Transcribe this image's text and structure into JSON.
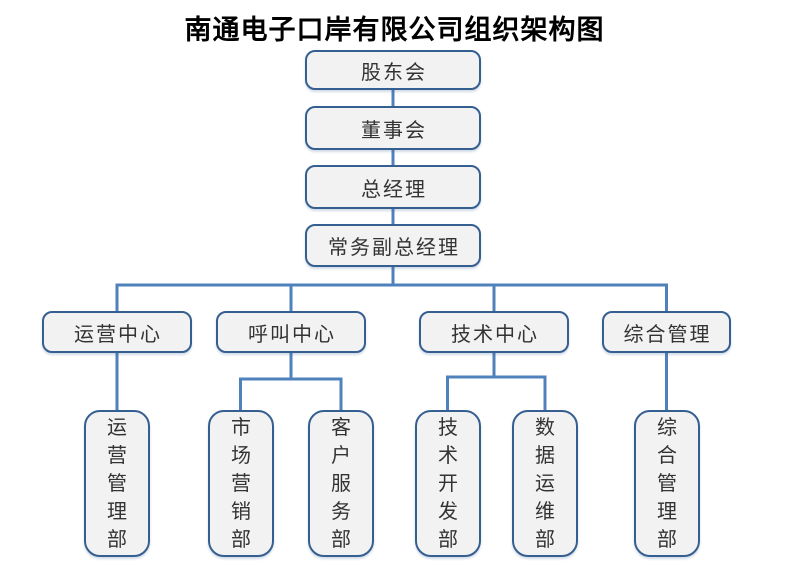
{
  "title": "南通电子口岸有限公司组织架构图",
  "colors": {
    "box_border": "#365f91",
    "box_fill": "#f2f2f2",
    "connector_line": "#4f81bd",
    "box_text": "#333333",
    "title_text": "#000000"
  },
  "nodes": {
    "shareholders": {
      "label": "股东会"
    },
    "board": {
      "label": "董事会"
    },
    "general_manager": {
      "label": "总经理"
    },
    "deputy_general_manager": {
      "label": "常务副总经理"
    },
    "operations_center": {
      "label": "运营中心"
    },
    "call_center": {
      "label": "呼叫中心"
    },
    "technology_center": {
      "label": "技术中心"
    },
    "general_management": {
      "label": "综合管理"
    },
    "operations_management_dept": {
      "label": "运营管理部"
    },
    "marketing_dept": {
      "label": "市场营销部"
    },
    "customer_service_dept": {
      "label": "客户服务部"
    },
    "technology_development_dept": {
      "label": "技术开发部"
    },
    "data_operations_dept": {
      "label": "数据运维部"
    },
    "general_management_dept": {
      "label": "综合管理部"
    }
  },
  "hierarchy": [
    {
      "parent": "股东会",
      "children": [
        "董事会"
      ]
    },
    {
      "parent": "董事会",
      "children": [
        "总经理"
      ]
    },
    {
      "parent": "总经理",
      "children": [
        "常务副总经理"
      ]
    },
    {
      "parent": "常务副总经理",
      "children": [
        "运营中心",
        "呼叫中心",
        "技术中心",
        "综合管理"
      ]
    },
    {
      "parent": "运营中心",
      "children": [
        "运营管理部"
      ]
    },
    {
      "parent": "呼叫中心",
      "children": [
        "市场营销部",
        "客户服务部"
      ]
    },
    {
      "parent": "技术中心",
      "children": [
        "技术开发部",
        "数据运维部"
      ]
    },
    {
      "parent": "综合管理",
      "children": [
        "综合管理部"
      ]
    }
  ]
}
